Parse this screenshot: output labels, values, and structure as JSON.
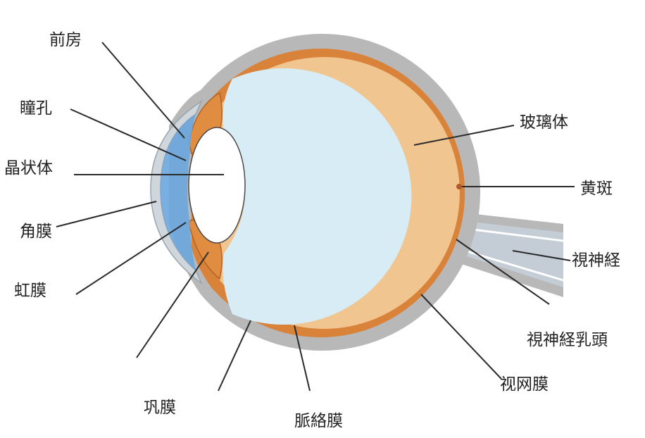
{
  "labels": {
    "anterior_chamber": "前房",
    "pupil": "瞳孔",
    "lens": "晶状体",
    "cornea": "角膜",
    "iris": "虹膜",
    "sclera": "巩膜",
    "choroid": "脈絡膜",
    "retina": "视网膜",
    "optic_disc": "視神経乳頭",
    "optic_nerve": "視神経",
    "macula": "黄斑",
    "vitreous": "玻璃体"
  },
  "colors": {
    "sclera": "#b8b8b8",
    "choroid": "#d9823a",
    "retina": "#f1c58f",
    "vitreous": "#d8ecf6",
    "cornea": "#6aa6de",
    "optic_nerve": "#c4cdd5",
    "leader": "#2a2a2a"
  }
}
